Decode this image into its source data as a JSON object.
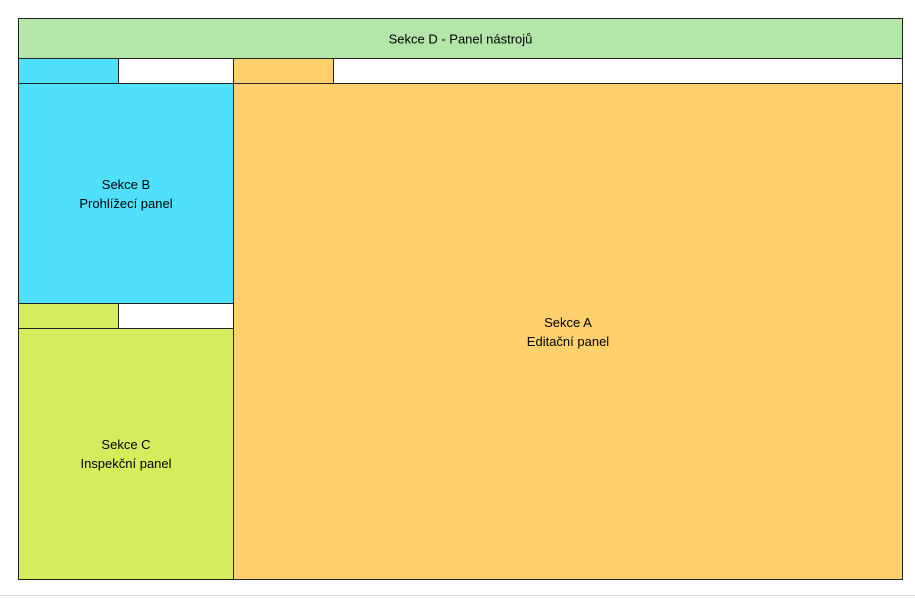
{
  "toolbar": {
    "title": "Sekce D - Panel nástrojů",
    "color": "#b3e6a8"
  },
  "section_a": {
    "title": "Sekce A",
    "subtitle": "Editační panel",
    "color": "#ffd06b"
  },
  "section_b": {
    "title": "Sekce B",
    "subtitle": "Prohlížecí panel",
    "color": "#4ee0fc"
  },
  "section_c": {
    "title": "Sekce C",
    "subtitle": "Inspekční panel",
    "color": "#d7ec5d"
  },
  "tab_colors": {
    "browser_tab": "#4ee0fc",
    "editor_tab": "#ffd06b",
    "inspector_tab": "#d7ec5d",
    "empty": "#ffffff"
  }
}
